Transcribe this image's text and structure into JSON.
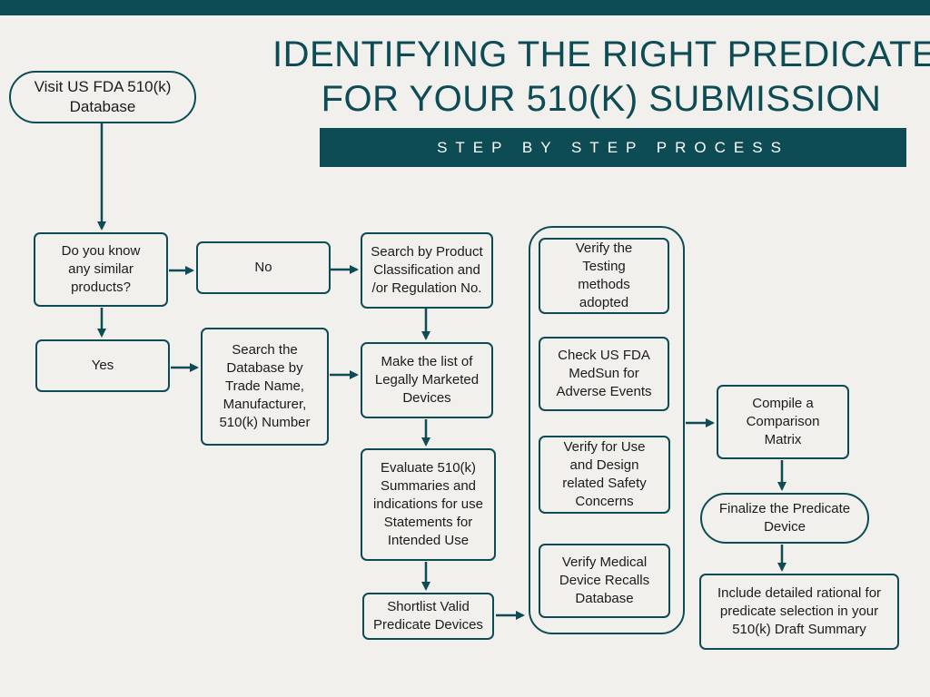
{
  "title": {
    "line1": "IDENTIFYING THE RIGHT PREDICATE",
    "line2": "FOR YOUR 510(K) SUBMISSION"
  },
  "subtitle": "STEP BY STEP PROCESS",
  "nodes": {
    "visit": "Visit US FDA 510(k) Database",
    "know": "Do you know any similar products?",
    "no": "No",
    "yes": "Yes",
    "search_class": "Search by Product Classification and /or Regulation No.",
    "search_db": "Search the Database by Trade Name, Manufacturer, 510(k) Number",
    "list": "Make the list of Legally Marketed Devices",
    "evaluate": "Evaluate 510(k) Summaries and indications for use Statements for Intended Use",
    "shortlist": "Shortlist Valid Predicate Devices",
    "verify_testing": "Verify the Testing methods adopted",
    "medsun": "Check US FDA MedSun for Adverse Events",
    "verify_use": "Verify for Use and Design related Safety Concerns",
    "recalls": "Verify Medical Device Recalls Database",
    "compile": "Compile a Comparison Matrix",
    "finalize": "Finalize the Predicate Device",
    "include": "Include detailed rational for predicate selection in your 510(k) Draft Summary"
  },
  "colors": {
    "primary": "#0d4b55",
    "background": "#f1f0ec"
  }
}
